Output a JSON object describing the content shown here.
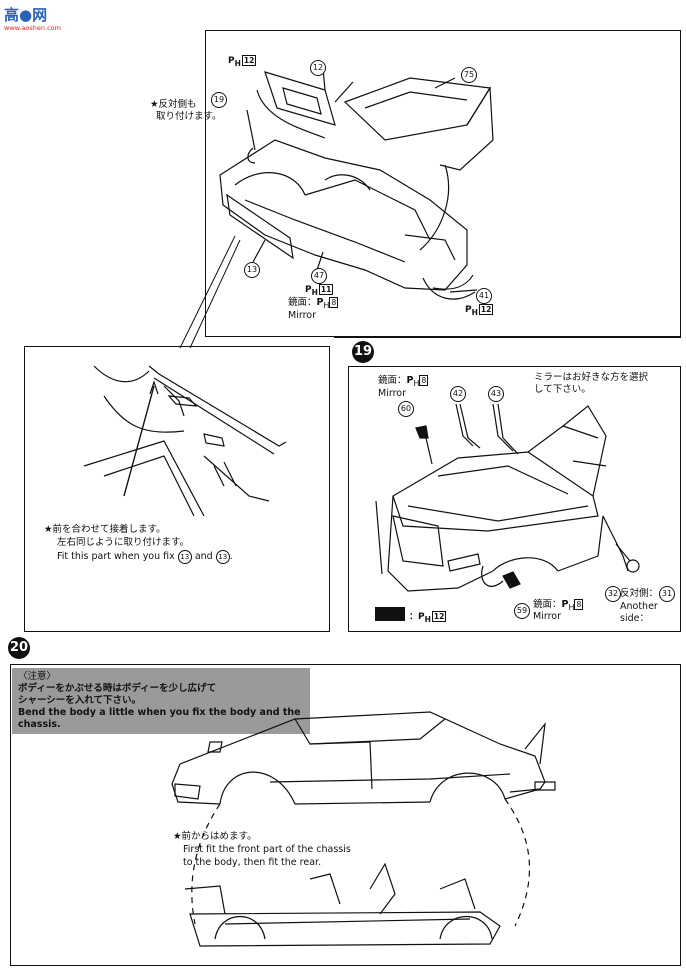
{
  "watermark": {
    "logo": "高●网",
    "site": "www.aoshen.com"
  },
  "step_top": {
    "part_12": "12",
    "part_19": "19",
    "part_75": "75",
    "part_13": "13",
    "part_47": "47",
    "part_41": "41",
    "ph_1": {
      "label": "P",
      "sub": "H",
      "box": "12"
    },
    "ph_47": {
      "label": "P",
      "sub": "H",
      "box": "11"
    },
    "ph_41": {
      "label": "P",
      "sub": "H",
      "box": "12"
    },
    "opposite_jp_1": "★反対側も",
    "opposite_jp_2": "取り付けます。",
    "mirror_jp": "鏡面：",
    "mirror_ph": {
      "label": "P",
      "sub": "H",
      "box": "8"
    },
    "mirror_en": "Mirror"
  },
  "detail": {
    "jp_1": "★前を合わせて接着します。",
    "jp_2": "左右同じように取り付けます。",
    "en_prefix": "Fit this part when you fix",
    "num_a": "13",
    "and": "and",
    "num_b": "13",
    "period": "."
  },
  "step19": {
    "number": "19",
    "mirror_jp_1": "鏡面：",
    "ph_8_a": {
      "label": "P",
      "sub": "H",
      "box": "8"
    },
    "mirror_en_1": "Mirror",
    "choose_jp_1": "ミラーはお好きな方を選択",
    "choose_jp_2": "して下さい。",
    "part_60": "60",
    "part_42": "42",
    "part_43": "43",
    "part_59": "59",
    "part_32": "32",
    "part_31": "31",
    "mirror_jp_2": "鏡面：",
    "ph_8_b": {
      "label": "P",
      "sub": "H",
      "box": "8"
    },
    "mirror_en_2": "Mirror",
    "opposite_jp": "反対側：",
    "another_1": "Another",
    "another_2": "side：",
    "legend_ph": {
      "label": "P",
      "sub": "H",
      "box": "12"
    },
    "legend_colon": "："
  },
  "step20": {
    "number": "20",
    "note_title": "〈注意〉",
    "note_jp_1": "ボディーをかぶせる時はボディーを少し広げて",
    "note_jp_2": "シャーシーを入れて下さい。",
    "note_en": "Bend the body a little when you fix the body and the chassis.",
    "front_jp": "★前からはめます。",
    "front_en_1": "First fit the front part of the chassis",
    "front_en_2": "to the body, then fit the rear."
  }
}
